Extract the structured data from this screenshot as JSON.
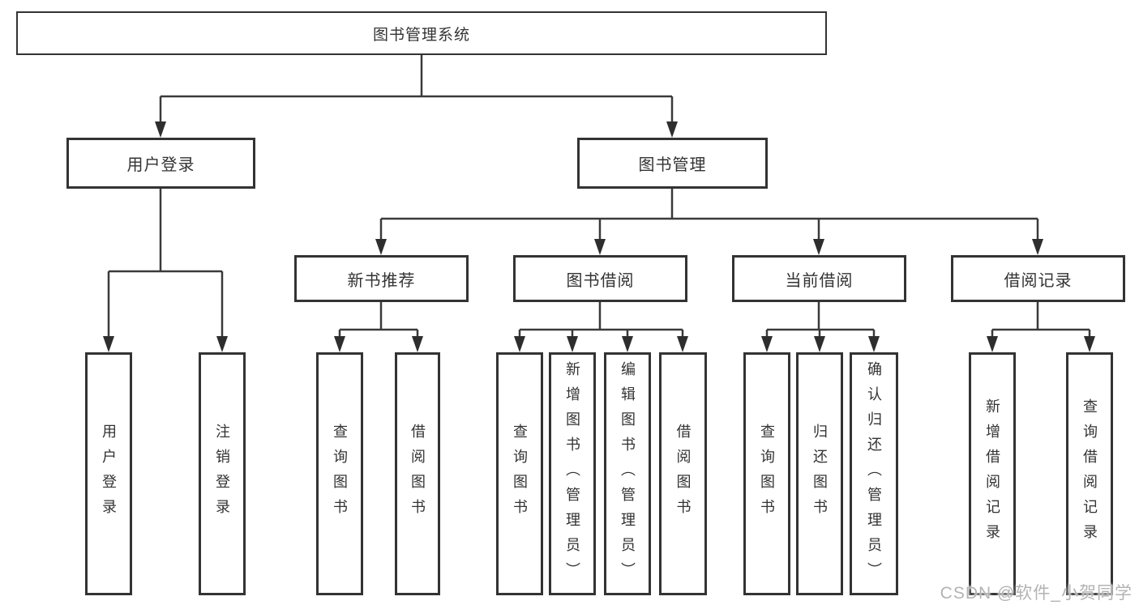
{
  "tree": {
    "label": "图书管理系统",
    "children": [
      {
        "label": "用户登录",
        "children": [
          {
            "label": "用户登录"
          },
          {
            "label": "注销登录"
          }
        ]
      },
      {
        "label": "图书管理",
        "children": [
          {
            "label": "新书推荐",
            "children": [
              {
                "label": "查询图书"
              },
              {
                "label": "借阅图书"
              }
            ]
          },
          {
            "label": "图书借阅",
            "children": [
              {
                "label": "查询图书"
              },
              {
                "label": "新增图书（管理员）"
              },
              {
                "label": "编辑图书（管理员）"
              },
              {
                "label": "借阅图书"
              }
            ]
          },
          {
            "label": "当前借阅",
            "children": [
              {
                "label": "查询图书"
              },
              {
                "label": "归还图书"
              },
              {
                "label": "确认归还（管理员）"
              }
            ]
          },
          {
            "label": "借阅记录",
            "children": [
              {
                "label": "新增借阅记录"
              },
              {
                "label": "查询借阅记录"
              }
            ]
          }
        ]
      }
    ]
  },
  "watermark": "CSDN @软件_小贺同学",
  "colors": {
    "line": "#3a3a3a",
    "arrowhead": "#2e2e2e",
    "box_border": "#333333",
    "text": "#333333",
    "watermark": "#b3b3b3",
    "background": "#ffffff"
  }
}
